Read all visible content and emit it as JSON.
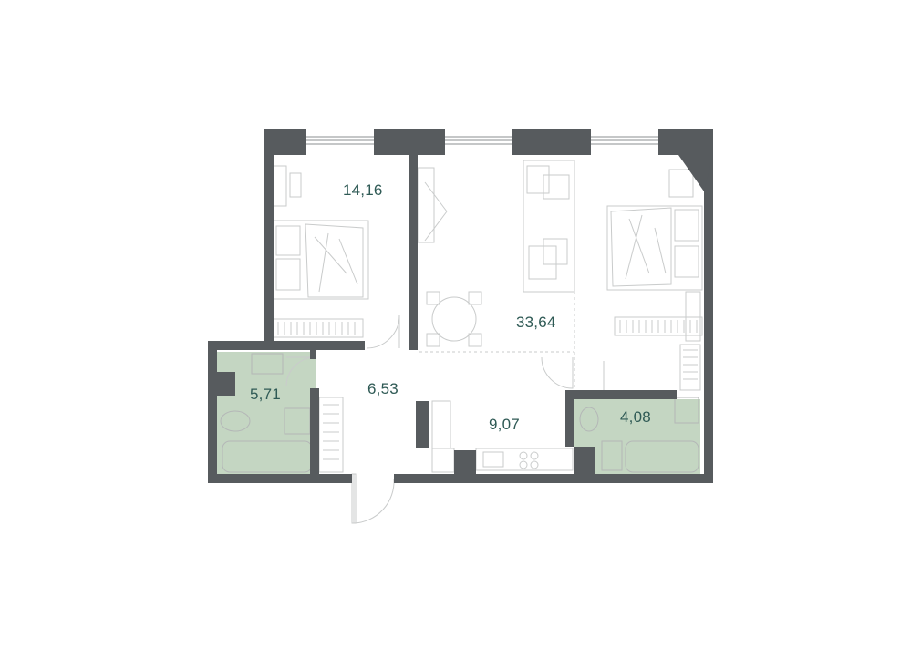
{
  "colors": {
    "wall": "#575b5e",
    "wet_room_fill": "#c4d6c2",
    "label": "#2f5a55",
    "furniture": "#c9cbcb"
  },
  "rooms": [
    {
      "id": "bedroom-1",
      "area": "14,16"
    },
    {
      "id": "living-room",
      "area": "33,64"
    },
    {
      "id": "hallway",
      "area": "6,53"
    },
    {
      "id": "bathroom-1",
      "area": "5,71"
    },
    {
      "id": "kitchen",
      "area": "9,07"
    },
    {
      "id": "bathroom-2",
      "area": "4,08"
    }
  ]
}
